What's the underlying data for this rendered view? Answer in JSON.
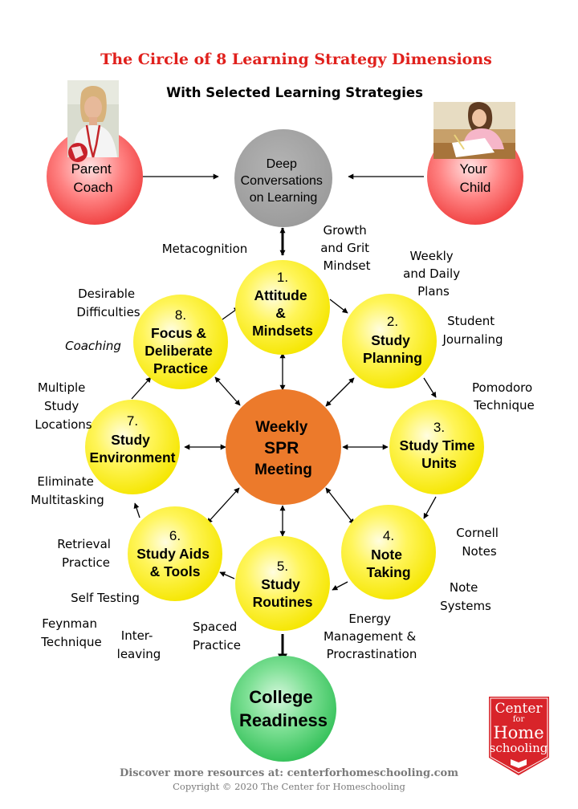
{
  "title": "The Circle of 8 Learning Strategy Dimensions",
  "subtitle": "With Selected Learning Strategies",
  "top_nodes": {
    "parent": [
      "Parent",
      "Coach"
    ],
    "conversation": [
      "Deep",
      "Conversations",
      "on Learning"
    ],
    "child": [
      "Your",
      "Child"
    ]
  },
  "center": [
    "Weekly",
    "SPR",
    "Meeting"
  ],
  "dimensions": [
    {
      "num": "1.",
      "lines": [
        "Attitude",
        "&",
        "Mindsets"
      ]
    },
    {
      "num": "2.",
      "lines": [
        "Study",
        "Planning"
      ]
    },
    {
      "num": "3.",
      "lines": [
        "Study Time",
        "Units"
      ]
    },
    {
      "num": "4.",
      "lines": [
        "Note",
        "Taking"
      ]
    },
    {
      "num": "5.",
      "lines": [
        "Study",
        "Routines"
      ]
    },
    {
      "num": "6.",
      "lines": [
        "Study Aids",
        "& Tools"
      ]
    },
    {
      "num": "7.",
      "lines": [
        "Study",
        "Environment"
      ]
    },
    {
      "num": "8.",
      "lines": [
        "Focus &",
        "Deliberate",
        "Practice"
      ]
    }
  ],
  "strategies": {
    "metacognition": [
      "Metacognition"
    ],
    "growth_grit": [
      "Growth",
      "and Grit",
      "Mindset"
    ],
    "weekly_daily": [
      "Weekly",
      "and Daily",
      "Plans"
    ],
    "student_journaling": [
      "Student",
      "Journaling"
    ],
    "pomodoro": [
      "Pomodoro",
      "Technique"
    ],
    "cornell": [
      "Cornell",
      "Notes"
    ],
    "note_systems": [
      "Note",
      "Systems"
    ],
    "energy": [
      "Energy",
      "Management &",
      "Procrastination"
    ],
    "spaced": [
      "Spaced",
      "Practice"
    ],
    "interleaving": [
      "Inter-",
      "leaving"
    ],
    "feynman": [
      "Feynman",
      "Technique"
    ],
    "self_testing": [
      "Self Testing"
    ],
    "retrieval": [
      "Retrieval",
      "Practice"
    ],
    "eliminate": [
      "Eliminate",
      "Multitasking"
    ],
    "multiple_locations": [
      "Multiple",
      "Study",
      "Locations"
    ],
    "coaching": [
      "Coaching"
    ],
    "desirable": [
      "Desirable",
      "Difficulties"
    ]
  },
  "college": [
    "College",
    "Readiness"
  ],
  "footer": {
    "resources": "Discover more resources at: centerforhomeschooling.com",
    "copyright": "Copyright © 2020  The Center for Homeschooling"
  },
  "logo": [
    "Center",
    "for",
    "Home",
    "schooling"
  ],
  "colors": {
    "title": "#e0201c",
    "yellow": "#fff200",
    "orange": "#ec7a2b",
    "green": "#38c65e",
    "red": "#f25050",
    "gray": "#a3a3a3",
    "logo_red": "#d8242a"
  }
}
